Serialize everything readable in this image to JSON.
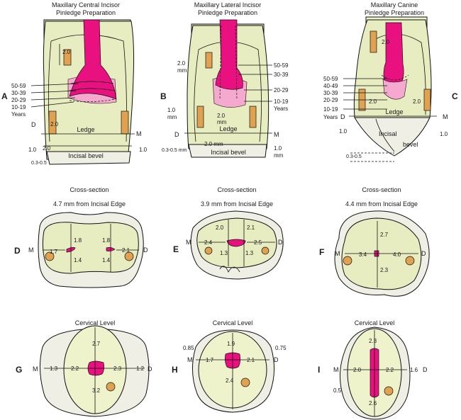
{
  "panels": {
    "a": {
      "letter": "A",
      "title1": "Maxillary Central Incisor",
      "title2": "Pinledge Preparation",
      "pin": "2.0",
      "ages": [
        "50-59",
        "30-39",
        "20-29",
        "10-19",
        "Years"
      ],
      "d": "D",
      "m": "M",
      "ledge": "Ledge",
      "ledge_dim": "2.0",
      "bevel": "Incisal bevel",
      "dim_a": "2.0",
      "dim_b": "1.0",
      "dim_c": "1.0",
      "dim_d": "0.3-0.5"
    },
    "b": {
      "letter": "B",
      "title1": "Maxillary Lateral Incisor",
      "title2": "Pinledge Preparation",
      "pin": "2.0",
      "pin_unit": "mm",
      "ages": [
        "50-59",
        "30-39",
        "20-29",
        "10-19",
        "Years"
      ],
      "inner1": "2.0",
      "inner2": "mm",
      "d": "D",
      "m": "M",
      "ledge": "Ledge",
      "bevel": "Incisal bevel",
      "dim_a": "1.0",
      "dim_a_unit": "mm",
      "dim_b": "2.0 mm",
      "dim_c": "1.0",
      "dim_c_unit": "mm",
      "dim_d": "0.3-0.5 mm"
    },
    "c": {
      "letter": "C",
      "title1": "Maxillary Canine",
      "title2": "Pinledge Preparation",
      "pin": "2.0",
      "ages": [
        "50-59",
        "40-49",
        "30-39",
        "20-29",
        "10-19",
        "Years"
      ],
      "d": "D",
      "m": "M",
      "ledge": "Ledge",
      "ledge_dim": "2.0",
      "pin2": "2.0",
      "bevel": "Incisal",
      "bevel2": "bevel",
      "dim_a": "1.0",
      "dim_b": "1.0",
      "dim_d": "0.3-0.5"
    }
  },
  "cross": {
    "heading": "Cross-section",
    "d": {
      "letter": "D",
      "dist": "4.7 mm from Incisal Edge",
      "m": "M",
      "dd": "D",
      "v1": "1.8",
      "v2": "1.7",
      "v3": "1.4",
      "v4": "1.8",
      "v5": "2.1",
      "v6": "1.4"
    },
    "e": {
      "letter": "E",
      "dist": "3.9 mm from Incisal Edge",
      "m": "M",
      "dd": "D",
      "v1": "2.0",
      "v2": "2.1",
      "v3": "2.4",
      "v4": "2.5",
      "v5": "1.3",
      "v6": "1.3"
    },
    "f": {
      "letter": "F",
      "dist": "4.4 mm from Incisal Edge",
      "m": "M",
      "dd": "D",
      "v1": "2.7",
      "v2": "3.4",
      "v3": "4.0",
      "v4": "2.3"
    }
  },
  "cervical": {
    "heading": "Cervical Level",
    "g": {
      "letter": "G",
      "m": "M",
      "dd": "D",
      "v1": "2.7",
      "v2": "1.3",
      "v3": "2.2",
      "v4": "2.3",
      "v5": "1.2",
      "v6": "3.2"
    },
    "h": {
      "letter": "H",
      "m": "M",
      "dd": "D",
      "v1": "1.9",
      "v2": "0.85",
      "v3": "0.75",
      "v4": "1.7",
      "v5": "2.1",
      "v6": "2.4"
    },
    "i": {
      "letter": "I",
      "m": "M",
      "dd": "D",
      "v1": "2.3",
      "v2": "2.0",
      "v3": "2.2",
      "v4": "1.6",
      "v5": "0.5",
      "v6": "2.6"
    }
  }
}
